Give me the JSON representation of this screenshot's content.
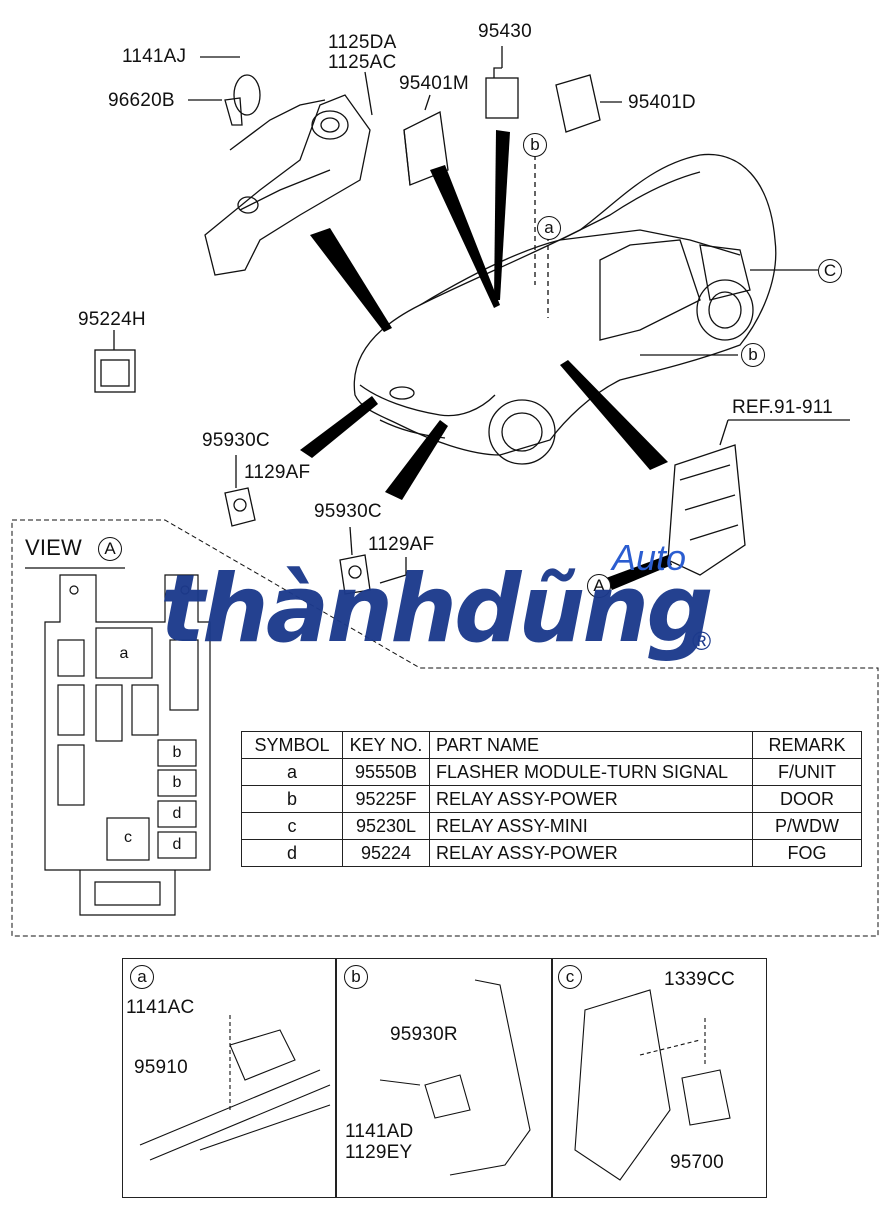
{
  "labels": {
    "p1141AJ": "1141AJ",
    "p96620B": "96620B",
    "p1125DA": "1125DA",
    "p1125AC": "1125AC",
    "p95430": "95430",
    "p95401M": "95401M",
    "p95401D": "95401D",
    "p95224H": "95224H",
    "p95930C_1": "95930C",
    "p1129AF_1": "1129AF",
    "p95930C_2": "95930C",
    "p1129AF_2": "1129AF",
    "ref": "REF.91-911",
    "callout_b1": "b",
    "callout_a": "a",
    "callout_c": "C",
    "callout_b2": "b",
    "callout_A": "A"
  },
  "view": {
    "title": "VIEW",
    "marker": "A",
    "slots": {
      "a": "a",
      "b1": "b",
      "b2": "b",
      "c": "c",
      "d1": "d",
      "d2": "d"
    }
  },
  "table": {
    "headers": [
      "SYMBOL",
      "KEY NO.",
      "PART NAME",
      "REMARK"
    ],
    "rows": [
      [
        "a",
        "95550B",
        "FLASHER MODULE-TURN SIGNAL",
        "F/UNIT"
      ],
      [
        "b",
        "95225F",
        "RELAY ASSY-POWER",
        "DOOR"
      ],
      [
        "c",
        "95230L",
        "RELAY ASSY-MINI",
        "P/WDW"
      ],
      [
        "d",
        "95224",
        "RELAY ASSY-POWER",
        "FOG"
      ]
    ]
  },
  "panels": {
    "a": {
      "tag": "a",
      "p1": "1141AC",
      "p2": "95910"
    },
    "b": {
      "tag": "b",
      "p1": "95930R",
      "p2": "1141AD",
      "p3": "1129EY"
    },
    "c": {
      "tag": "c",
      "p1": "1339CC",
      "p2": "95700"
    }
  },
  "watermark": {
    "main": "thànhdũng",
    "auto": "Auto",
    "reg": "®"
  },
  "colors": {
    "brand_blue": "#1c3a8c",
    "accent_blue": "#2b5dd0"
  }
}
